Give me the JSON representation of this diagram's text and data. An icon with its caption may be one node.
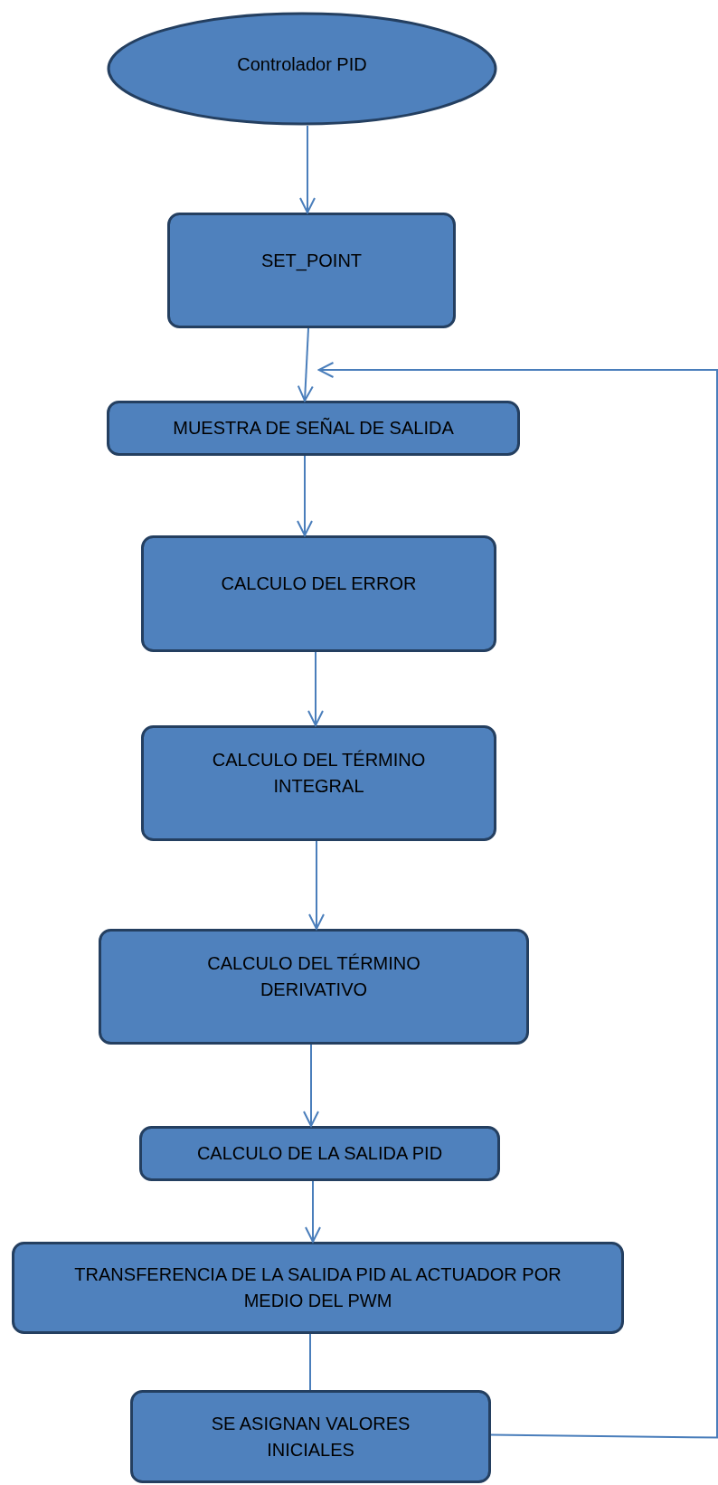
{
  "diagram": {
    "nodes": [
      {
        "text": [
          "Controlador PID"
        ]
      },
      {
        "text": [
          "SET_POINT"
        ]
      },
      {
        "text": [
          "MUESTRA DE SEÑAL DE SALIDA"
        ]
      },
      {
        "text": [
          "CALCULO DEL ERROR"
        ]
      },
      {
        "text": [
          "CALCULO DEL TÉRMINO INTEGRAL"
        ]
      },
      {
        "text": [
          "CALCULO DEL TÉRMINO DERIVATIVO"
        ]
      },
      {
        "text": [
          "CALCULO DE LA SALIDA PID"
        ]
      },
      {
        "text": [
          "TRANSFERENCIA DE LA SALIDA PID AL ACTUADOR POR MEDIO DEL PWM"
        ]
      },
      {
        "text": [
          "SE ASIGNAN VALORES INICIALES"
        ]
      }
    ],
    "edges": [
      {
        "from": 0,
        "to": 1,
        "arrow": "to"
      },
      {
        "from": 1,
        "to": 2,
        "arrow": "to"
      },
      {
        "from": 2,
        "to": 3,
        "arrow": "to"
      },
      {
        "from": 3,
        "to": 4,
        "arrow": "to"
      },
      {
        "from": 4,
        "to": 5,
        "arrow": "to"
      },
      {
        "from": 5,
        "to": 6,
        "arrow": "to"
      },
      {
        "from": 6,
        "to": 7,
        "arrow": "to"
      },
      {
        "from": 7,
        "to": 8,
        "arrow": "none"
      },
      {
        "from": 8,
        "to": 2,
        "arrow": "to"
      }
    ]
  }
}
